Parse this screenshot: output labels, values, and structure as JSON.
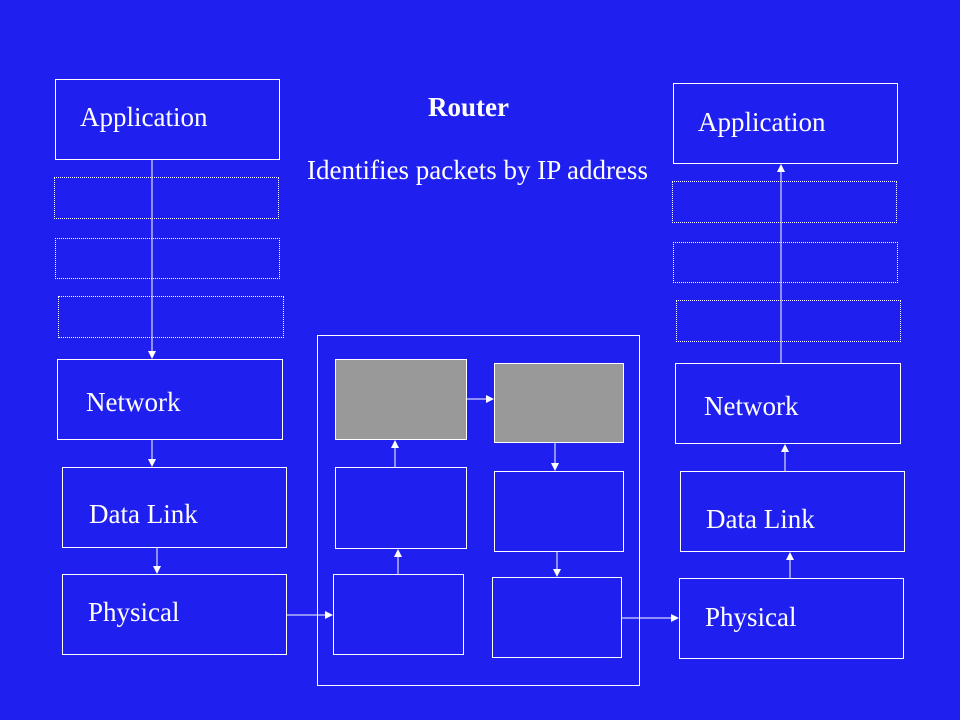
{
  "router": {
    "title": "Router",
    "caption": "Identifies packets by IP address"
  },
  "left_stack": {
    "application": "Application",
    "network": "Network",
    "data_link": "Data Link",
    "physical": "Physical"
  },
  "right_stack": {
    "application": "Application",
    "network": "Network",
    "data_link": "Data Link",
    "physical": "Physical"
  },
  "colors": {
    "background": "#1f1ff0",
    "line": "#ffffff",
    "router_network_fill": "#999999"
  }
}
